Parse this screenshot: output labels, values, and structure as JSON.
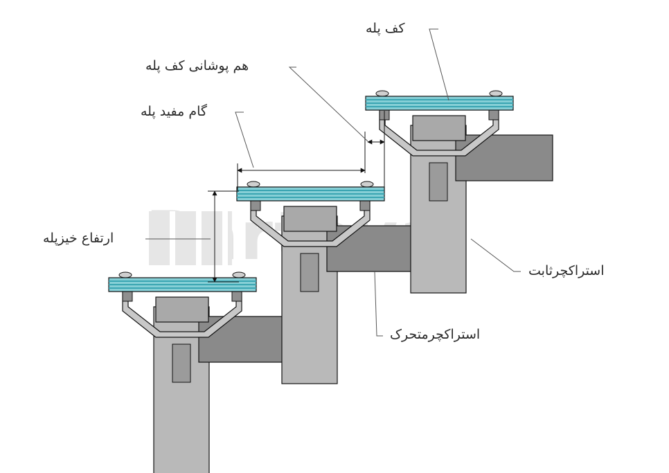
{
  "labels": {
    "tread": "کف پله",
    "tread_overlap": "هم پوشانی کف پله",
    "effective_going": "گام مفید پله",
    "riser_height": "ارتفاع خیزپله",
    "fixed_stringer": "استراکچرثابت",
    "moving_stringer": "استراکچرمتحرک"
  },
  "watermark": {
    "text": "Partova"
  },
  "colors": {
    "tread_glass": "#86cfd6",
    "tread_stripe": "#3aa5b2",
    "bracket": "#c8c8c8",
    "stringer_light": "#b9b9b9",
    "stringer_dark": "#8a8a8a",
    "outline": "#111111"
  }
}
